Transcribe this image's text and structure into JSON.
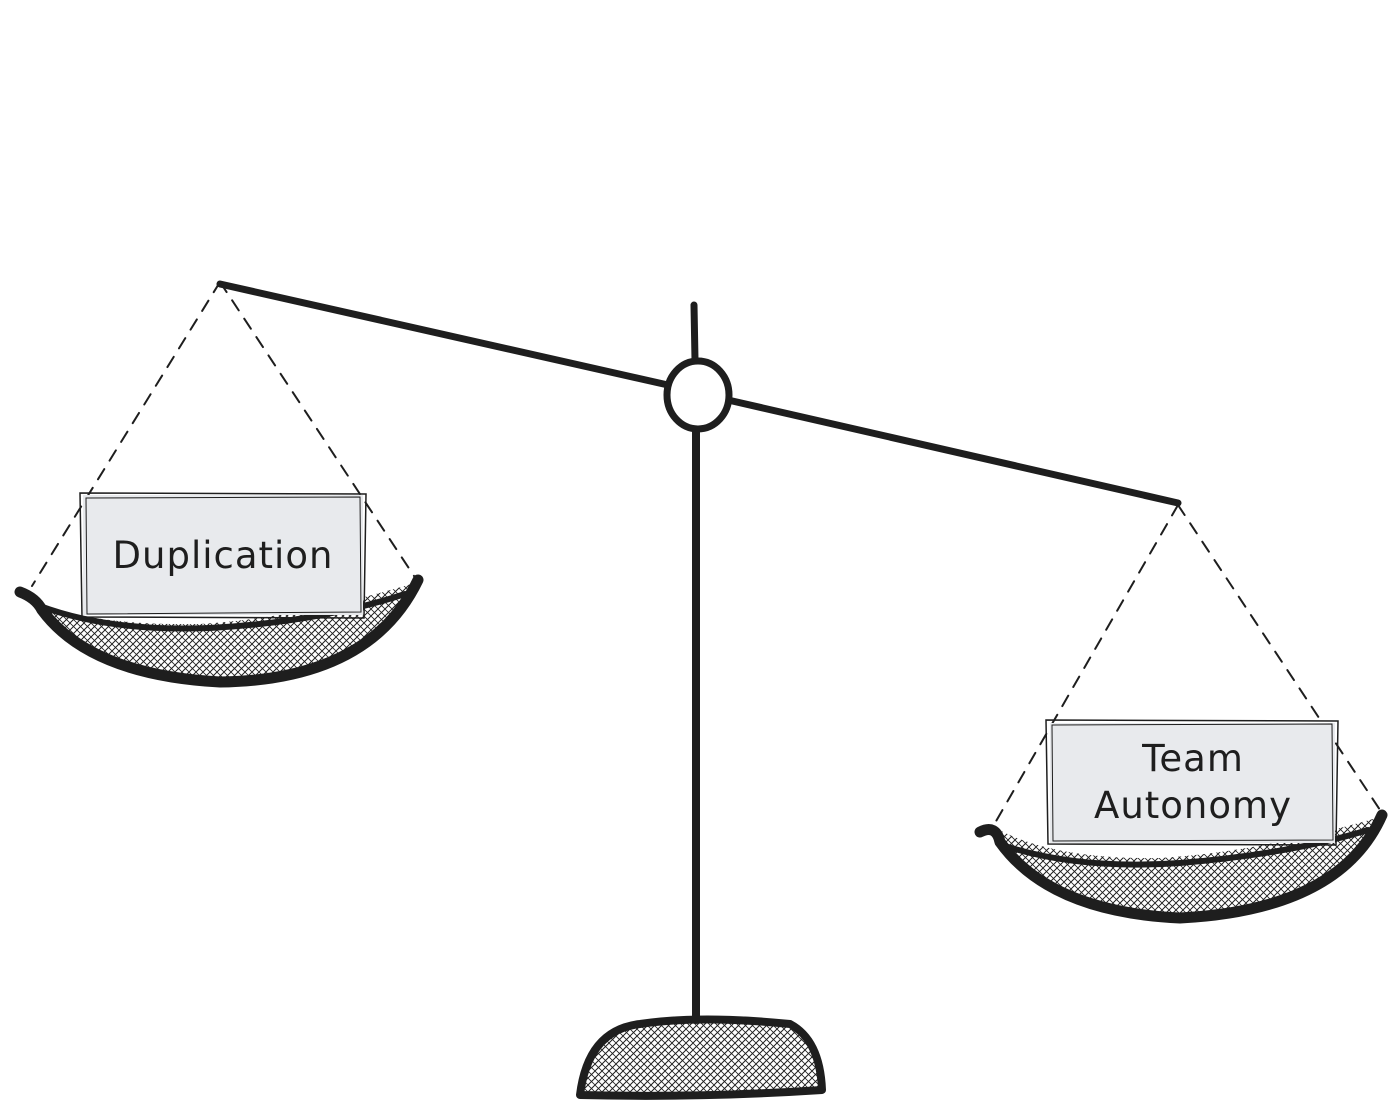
{
  "diagram": {
    "left_label": "Duplication",
    "right_label_line1": "Team",
    "right_label_line2": "Autonomy",
    "colors": {
      "ink": "#1e1e1e",
      "box_fill": "#e8eaed",
      "background": "#ffffff"
    }
  }
}
